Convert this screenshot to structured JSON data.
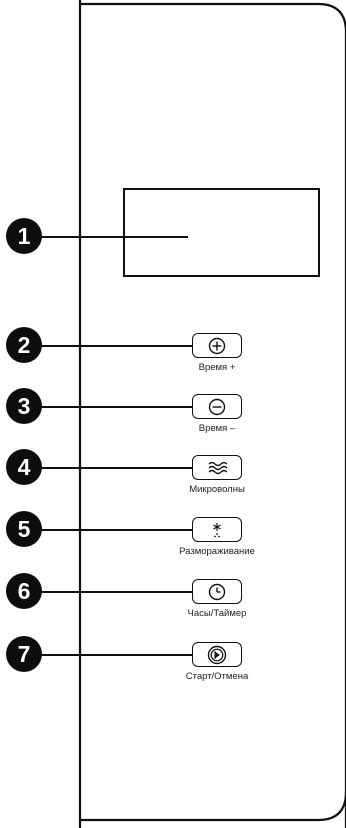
{
  "callouts": [
    {
      "number": "1",
      "target": "display"
    },
    {
      "number": "2",
      "target": "time-plus"
    },
    {
      "number": "3",
      "target": "time-minus"
    },
    {
      "number": "4",
      "target": "microwave"
    },
    {
      "number": "5",
      "target": "defrost"
    },
    {
      "number": "6",
      "target": "clock-timer"
    },
    {
      "number": "7",
      "target": "start-cancel"
    }
  ],
  "buttons": [
    {
      "label": "Время +",
      "icon": "plus-circle-icon"
    },
    {
      "label": "Время –",
      "icon": "minus-circle-icon"
    },
    {
      "label": "Микроволны",
      "icon": "wave-icon"
    },
    {
      "label": "Размораживание",
      "icon": "snowflake-drop-icon"
    },
    {
      "label": "Часы/Таймер",
      "icon": "clock-icon"
    },
    {
      "label": "Старт/Отмена",
      "icon": "start-stop-icon"
    }
  ],
  "colors": {
    "line": "#111111",
    "callout_bg": "#0d0d0d",
    "callout_text": "#ffffff"
  }
}
